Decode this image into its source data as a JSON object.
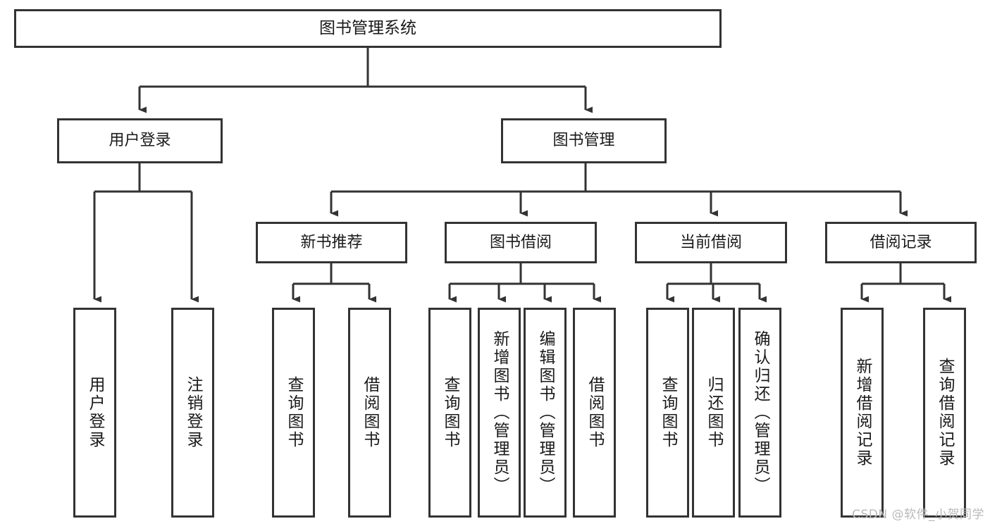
{
  "diagram": {
    "title": "图书管理系统",
    "type": "tree-hierarchy-chart",
    "orientation": "top-down",
    "colors": {
      "node_border": "#333333",
      "node_fill": "#ffffff",
      "edge": "#333333",
      "text": "#1a1a1a",
      "watermark": "#b9b9b9",
      "background": "#ffffff"
    },
    "nodes": {
      "root": {
        "label": "图书管理系统"
      },
      "level2": [
        {
          "id": "user-login",
          "label": "用户登录"
        },
        {
          "id": "book-manage",
          "label": "图书管理"
        }
      ],
      "level3": [
        {
          "id": "new-book-recommend",
          "label": "新书推荐"
        },
        {
          "id": "book-borrow",
          "label": "图书借阅"
        },
        {
          "id": "current-borrow",
          "label": "当前借阅"
        },
        {
          "id": "borrow-record",
          "label": "借阅记录"
        }
      ],
      "leaves": {
        "user_login": [
          {
            "id": "leaf-user-login",
            "label": "用户登录"
          },
          {
            "id": "leaf-user-logout",
            "label": "注销登录"
          }
        ],
        "new_book_recommend": [
          {
            "id": "leaf-query-book-1",
            "label": "查询图书"
          },
          {
            "id": "leaf-borrow-book-1",
            "label": "借阅图书"
          }
        ],
        "book_borrow": [
          {
            "id": "leaf-query-book-2",
            "label": "查询图书"
          },
          {
            "id": "leaf-add-book",
            "label": "新增图书（管理员）"
          },
          {
            "id": "leaf-edit-book",
            "label": "编辑图书（管理员）"
          },
          {
            "id": "leaf-borrow-book-2",
            "label": "借阅图书"
          }
        ],
        "current_borrow": [
          {
            "id": "leaf-query-book-3",
            "label": "查询图书"
          },
          {
            "id": "leaf-return-book",
            "label": "归还图书"
          },
          {
            "id": "leaf-confirm-return",
            "label": "确认归还（管理员）"
          }
        ],
        "borrow_record": [
          {
            "id": "leaf-add-record",
            "label": "新增借阅记录"
          },
          {
            "id": "leaf-query-record",
            "label": "查询借阅记录"
          }
        ]
      }
    },
    "watermark": "CSDN @软件_小贺同学"
  }
}
